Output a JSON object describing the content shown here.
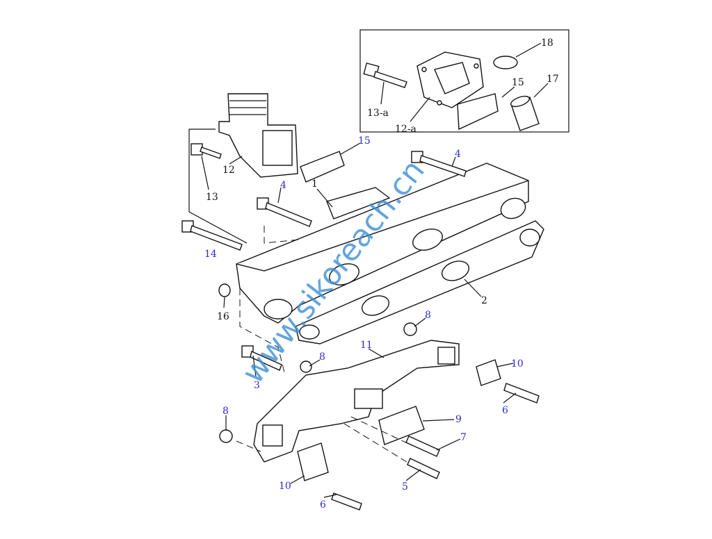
{
  "watermark": "www.sikoreach.cn",
  "inset_labels": {
    "p18": "18",
    "p15": "15",
    "p17": "17",
    "p13a": "13-a",
    "p12a": "12-a"
  },
  "labels": {
    "p15": "15",
    "p4a": "4",
    "p4b": "4",
    "p1": "1",
    "p12": "12",
    "p13": "13",
    "p14": "14",
    "p16": "16",
    "p2": "2",
    "p8a": "8",
    "p11": "11",
    "p8b": "8",
    "p10a": "10",
    "p3": "3",
    "p6a": "6",
    "p9": "9",
    "p8c": "8",
    "p7": "7",
    "p5": "5",
    "p10b": "10",
    "p6b": "6"
  }
}
